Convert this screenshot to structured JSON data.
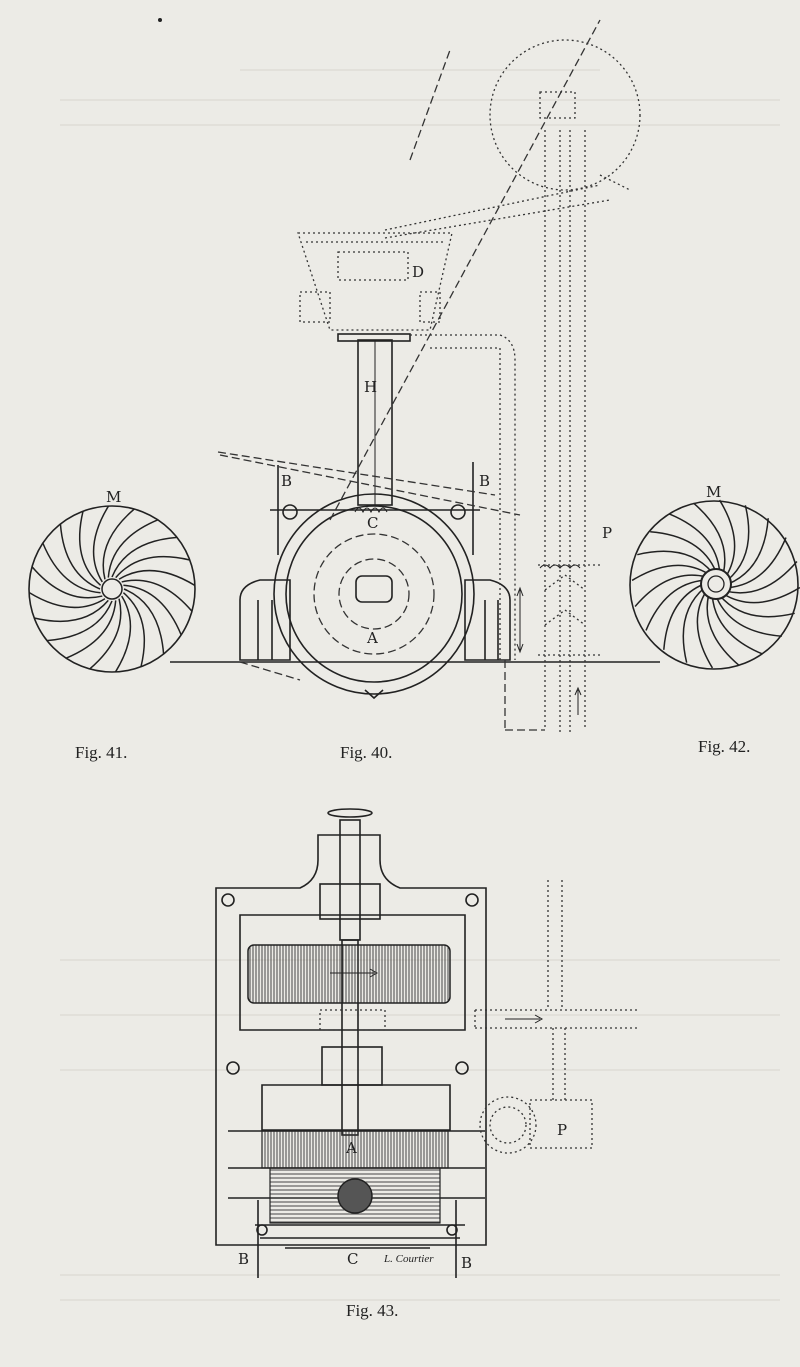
{
  "figures": {
    "fig41": {
      "caption": "Fig. 41.",
      "label_m": "M"
    },
    "fig40": {
      "caption": "Fig. 40.",
      "label_d": "D",
      "label_h": "H",
      "label_b_left": "B",
      "label_b_right": "B",
      "label_c": "C",
      "label_a": "A",
      "label_p": "P"
    },
    "fig42": {
      "caption": "Fig. 42.",
      "label_m": "M"
    },
    "fig43": {
      "caption": "Fig. 43.",
      "label_a": "A",
      "label_p": "P",
      "label_b_left": "B",
      "label_c": "C",
      "label_b_right": "B",
      "signature": "L. Courtier"
    }
  },
  "colors": {
    "paper": "#ecebe6",
    "ink": "#222222"
  }
}
